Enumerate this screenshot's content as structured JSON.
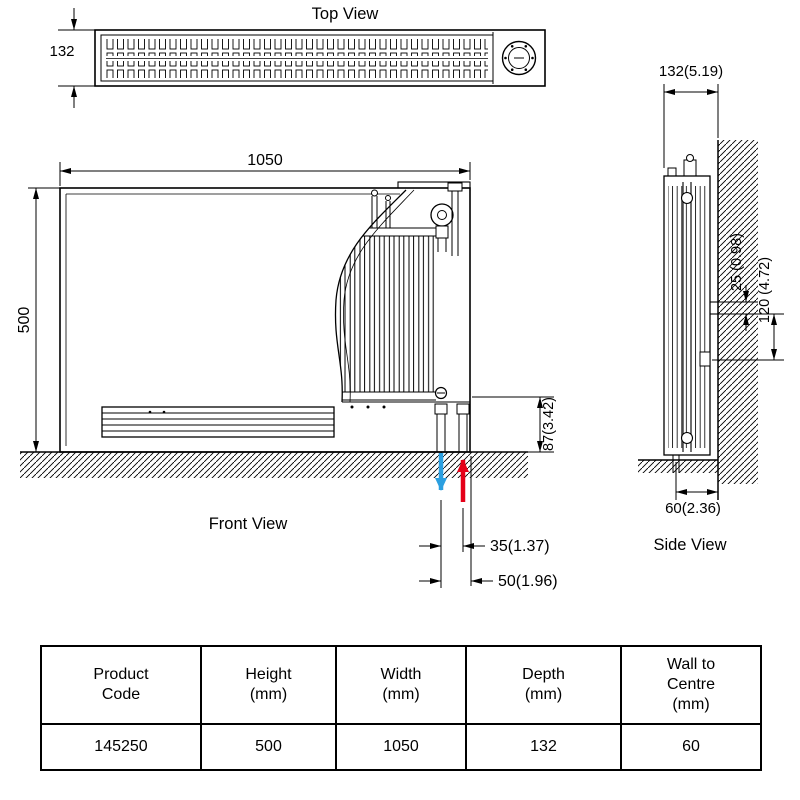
{
  "views": {
    "top": {
      "label": "Top View",
      "dims": {
        "depth": "132"
      }
    },
    "front": {
      "label": "Front View",
      "dims": {
        "width": "1050",
        "height": "500",
        "pipe_to_floor": "87(3.42)",
        "pipe_spacing": "35(1.37)",
        "pipe_offset": "50(1.96)"
      }
    },
    "side": {
      "label": "Side View",
      "dims": {
        "depth": "132(5.19)",
        "bracket_gap": "25 (0.98)",
        "bracket_height": "120 (4.72)",
        "wall_to_centre": "60(2.36)"
      }
    }
  },
  "legend": {
    "flow_color": "#e50019",
    "return_color": "#2b9fe0"
  },
  "table": {
    "headers": [
      "Product\nCode",
      "Height\n(mm)",
      "Width\n(mm)",
      "Depth\n(mm)",
      "Wall to\nCentre\n(mm)"
    ],
    "row": [
      "145250",
      "500",
      "1050",
      "132",
      "60"
    ]
  }
}
